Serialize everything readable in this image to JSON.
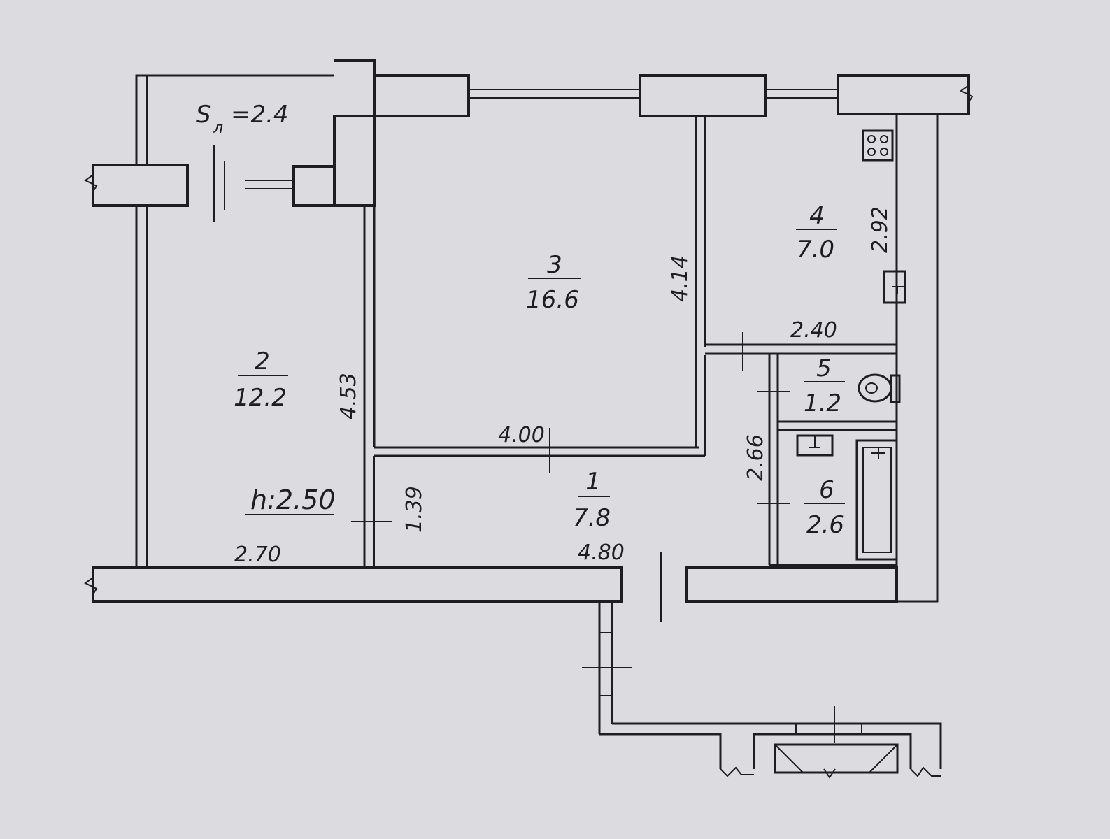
{
  "rooms": {
    "room1": {
      "number": "1",
      "area": "7.8"
    },
    "room2": {
      "number": "2",
      "area": "12.2"
    },
    "room3": {
      "number": "3",
      "area": "16.6"
    },
    "room4": {
      "number": "4",
      "area": "7.0"
    },
    "room5": {
      "number": "5",
      "area": "1.2"
    },
    "room6": {
      "number": "6",
      "area": "2.6"
    }
  },
  "labels": {
    "balcony_s": "S",
    "balcony_sub": "л",
    "balcony_value": "=2.4",
    "ceiling_height": "h:2.50"
  },
  "dimensions": {
    "d_4_53": "4.53",
    "d_4_14": "4.14",
    "d_2_92": "2.92",
    "d_2_40": "2.40",
    "d_4_00": "4.00",
    "d_2_66": "2.66",
    "d_1_39": "1.39",
    "d_2_70": "2.70",
    "d_4_80": "4.80"
  },
  "colors": {
    "paper": "#dcdce0",
    "ink": "#1e1e22"
  }
}
